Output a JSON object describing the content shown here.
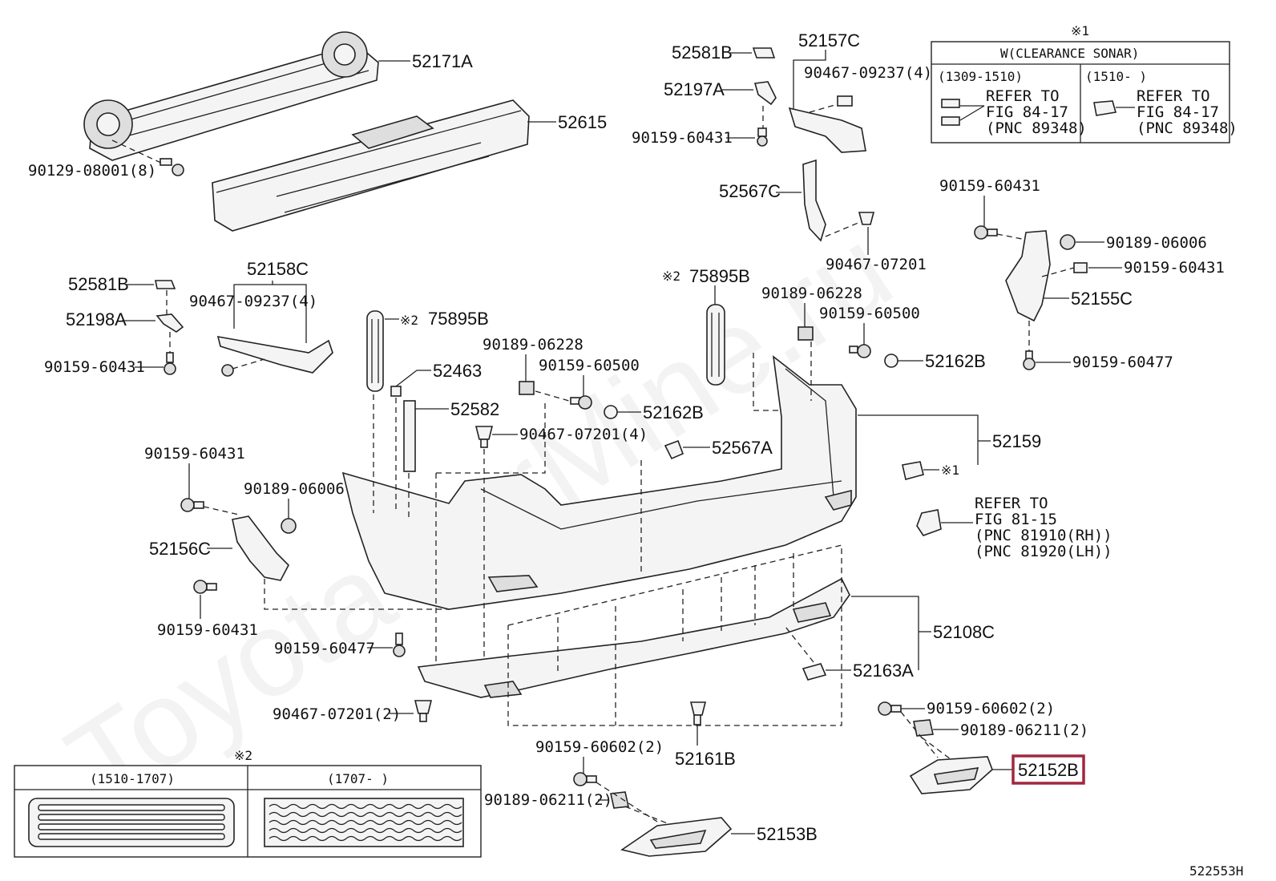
{
  "watermark": "ToyotaCarMine.ru",
  "diagram_id": "522553H",
  "highlighted_part": "52152B",
  "parts": {
    "p52171A": "52171A",
    "p52615": "52615",
    "p90129": "90129-08001(8)",
    "p52581B_top": "52581B",
    "p52197A": "52197A",
    "p90159_60431_a": "90159-60431",
    "p52157C": "52157C",
    "p90467_09237_a": "90467-09237(4)",
    "p52567C": "52567C",
    "p90467_07201_a": "90467-07201",
    "p52581B_left": "52581B",
    "p52198A": "52198A",
    "p90159_60431_b": "90159-60431",
    "p52158C": "52158C",
    "p90467_09237_b": "90467-09237(4)",
    "p75895B_a": "75895B",
    "p52463": "52463",
    "p52582": "52582",
    "p90189_06228_a": "90189-06228",
    "p90159_60500_a": "90159-60500",
    "p90467_07201_b": "90467-07201(4)",
    "p52162B_a": "52162B",
    "p52567A": "52567A",
    "p75895B_b": "75895B",
    "p90189_06228_b": "90189-06228",
    "p90159_60500_b": "90159-60500",
    "p52162B_b": "52162B",
    "p90159_60431_c": "90159-60431",
    "p90189_06006_a": "90189-06006",
    "p90159_60431_d": "90159-60431",
    "p52155C": "52155C",
    "p90159_60477_a": "90159-60477",
    "p52159": "52159",
    "p90159_60431_e": "90159-60431",
    "p90189_06006_b": "90189-06006",
    "p52156C": "52156C",
    "p90159_60431_f": "90159-60431",
    "p90159_60477_b": "90159-60477",
    "p90467_07201_c": "90467-07201(2)",
    "p52108C": "52108C",
    "p52163A": "52163A",
    "p52161B": "52161B",
    "p90159_60602_a": "90159-60602(2)",
    "p90189_06211_a": "90189-06211(2)",
    "p52152B": "52152B",
    "p90159_60602_b": "90159-60602(2)",
    "p90189_06211_b": "90189-06211(2)",
    "p52153B": "52153B"
  },
  "marks": {
    "note1": "※1",
    "note2": "※2",
    "note1_ref": "※1",
    "note2_ref_a": "※2",
    "note2_ref_b": "※2"
  },
  "sonar_table": {
    "header": "W(CLEARANCE SONAR)",
    "left_period": "(1309-1510)",
    "right_period": "(1510-     )",
    "left_ref": [
      "REFER TO",
      "FIG 84-17",
      "(PNC 89348)"
    ],
    "right_ref": [
      "REFER TO",
      "FIG 84-17",
      "(PNC 89348)"
    ]
  },
  "lamp_ref": [
    "REFER TO",
    "FIG 81-15",
    "(PNC 81910(RH))",
    "(PNC 81920(LH))"
  ],
  "reflector_table": {
    "left_period": "(1510-1707)",
    "right_period": "(1707-     )"
  }
}
